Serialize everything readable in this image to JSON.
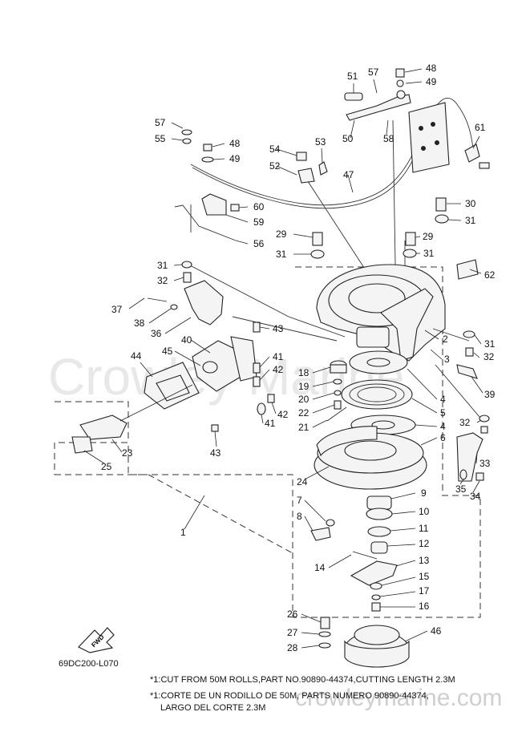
{
  "diagram_code": "69DC200-L070",
  "fwd_label": "FWD",
  "notes": [
    "*1:CUT FROM 50M ROLLS,PART NO.90890-44374,CUTTING LENGTH 2.3M",
    "*1:CORTE DE UN RODILLO DE 50M, PARTS NUMERO 90890-44374,",
    "LARGO DEL CORTE 2.3M"
  ],
  "watermark": {
    "large": "Crowley Marine",
    "url": "crowleymarine.com"
  },
  "callouts": [
    "1",
    "2",
    "3",
    "4",
    "4",
    "5",
    "6",
    "7",
    "8",
    "9",
    "10",
    "11",
    "12",
    "13",
    "14",
    "15",
    "16",
    "17",
    "18",
    "19",
    "20",
    "21",
    "22",
    "23",
    "24",
    "25",
    "26",
    "27",
    "28",
    "29",
    "29",
    "30",
    "31",
    "31",
    "31",
    "31",
    "31",
    "32",
    "32",
    "32",
    "33",
    "34",
    "35",
    "36",
    "37",
    "38",
    "39",
    "40",
    "41",
    "41",
    "42",
    "42",
    "43",
    "43",
    "44",
    "45",
    "46",
    "47",
    "48",
    "48",
    "49",
    "49",
    "50",
    "51",
    "52",
    "53",
    "54",
    "55",
    "56",
    "57",
    "57",
    "58",
    "59",
    "60",
    "61",
    "62"
  ]
}
